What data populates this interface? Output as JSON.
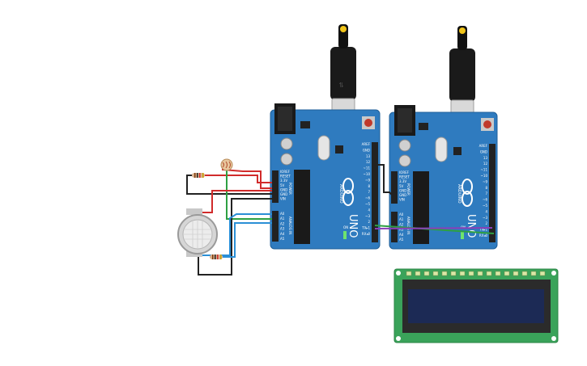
{
  "boards": [
    {
      "id": "uno-left",
      "brand": "ARDUINO",
      "model": "UNO",
      "power_header": [
        "IOREF",
        "RESET",
        "3.3V",
        "5V",
        "GND",
        "GND",
        "VIN"
      ],
      "analog_header": [
        "A0",
        "A1",
        "A2",
        "A3",
        "A4",
        "A5"
      ],
      "power_label": "POWER",
      "analog_label": "ANALOG IN",
      "digital_label": "DIGITAL (PWM~)",
      "digital_header": [
        "AREF",
        "GND",
        "13",
        "12",
        "~11",
        "~10",
        "~9",
        "8",
        "7",
        "~6",
        "~5",
        "4",
        "~3",
        "2",
        "TX▸1",
        "RX◂0"
      ],
      "led_labels": [
        "L",
        "TX",
        "RX"
      ],
      "on_label": "ON"
    },
    {
      "id": "uno-right",
      "brand": "ARDUINO",
      "model": "UNO",
      "power_header": [
        "IOREF",
        "RESET",
        "3.3V",
        "5V",
        "GND",
        "GND",
        "VIN"
      ],
      "analog_header": [
        "A0",
        "A1",
        "A2",
        "A3",
        "A4",
        "A5"
      ],
      "power_label": "POWER",
      "analog_label": "ANALOG IN",
      "digital_label": "DIGITAL (PWM~)",
      "digital_header": [
        "AREF",
        "GND",
        "13",
        "12",
        "~11",
        "~10",
        "~9",
        "8",
        "7",
        "~6",
        "~5",
        "4",
        "~3",
        "2",
        "TX▸1",
        "RX◂0"
      ],
      "led_labels": [
        "L",
        "TX",
        "RX"
      ],
      "on_label": "ON"
    }
  ],
  "components": {
    "photoresistor": "photoresistor",
    "resistors": [
      "resistor-top",
      "resistor-bottom"
    ],
    "gas_sensor": "gas-sensor",
    "lcd": "lcd-16x2",
    "usb_cables": [
      "usb-cable-left",
      "usb-cable-right"
    ]
  },
  "colors": {
    "board_blue": "#2f7bbf",
    "board_dark": "#1f5f98",
    "wire_red": "#d12b2b",
    "wire_black": "#222222",
    "wire_green": "#2ea043",
    "wire_blue": "#2a8fd6",
    "wire_purple": "#8a3fb8",
    "lcd_pcb": "#3aa35a",
    "lcd_screen": "#1c2a55"
  }
}
